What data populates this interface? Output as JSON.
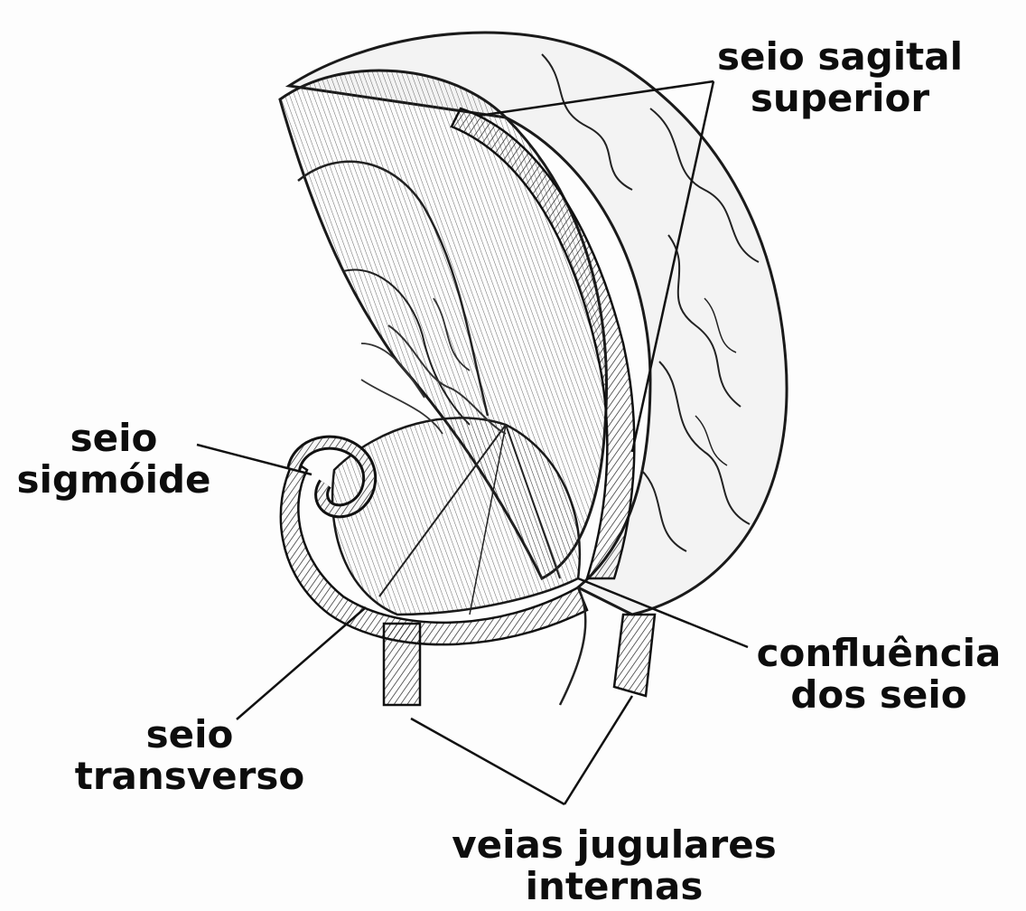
{
  "labels": {
    "seio_sagital_superior": {
      "line1": "seio sagital",
      "line2": "superior"
    },
    "seio_sigmoide": {
      "line1": "seio",
      "line2": "sigmóide"
    },
    "confluencia_dos_seio": {
      "line1": "confluência",
      "line2": "dos seio"
    },
    "seio_transverso": {
      "line1": "seio",
      "line2": "transverso"
    },
    "veias_jugulares_internas": {
      "line1": "veias jugulares",
      "line2": "internas"
    }
  },
  "colors": {
    "ink": "#111111",
    "paper": "#fdfdfd",
    "shade": "#d9d9d9"
  }
}
